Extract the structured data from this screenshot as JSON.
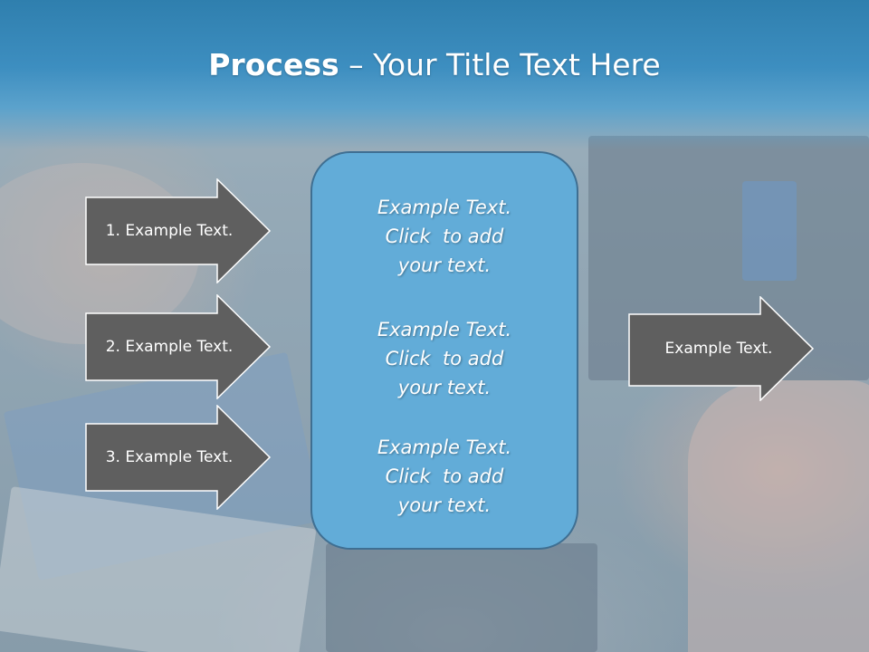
{
  "slide": {
    "title_bold": "Process",
    "title_rest": " – Your Title Text Here"
  },
  "left_arrows": [
    {
      "label": "1. Example Text."
    },
    {
      "label": "2. Example Text."
    },
    {
      "label": "3. Example Text."
    }
  ],
  "center_blocks": [
    {
      "line1": "Example Text.",
      "line2": "Click  to add",
      "line3": "your text."
    },
    {
      "line1": "Example Text.",
      "line2": "Click  to add",
      "line3": "your text."
    },
    {
      "line1": "Example Text.",
      "line2": "Click  to add",
      "line3": "your text."
    }
  ],
  "right_arrow": {
    "label": "Example Text."
  },
  "colors": {
    "title_band": "#3d8ec0",
    "arrow_fill": "#5f5f5f",
    "panel_fill": "#62acd8",
    "panel_border": "#3f6f92",
    "text": "#ffffff"
  }
}
